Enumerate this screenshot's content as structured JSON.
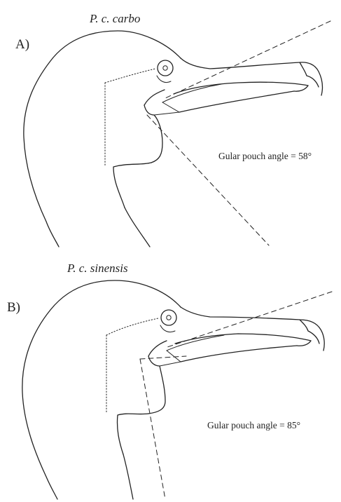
{
  "panels": [
    {
      "panel_label": "A)",
      "title": "P. c. carbo",
      "angle_label": "Gular pouch angle = 58°",
      "angle_deg": 58
    },
    {
      "panel_label": "B)",
      "title": "P. c. sinensis",
      "angle_label": "Gular pouch angle = 85°",
      "angle_deg": 85
    }
  ],
  "colors": {
    "ink": "#222222",
    "paper": "#ffffff"
  }
}
